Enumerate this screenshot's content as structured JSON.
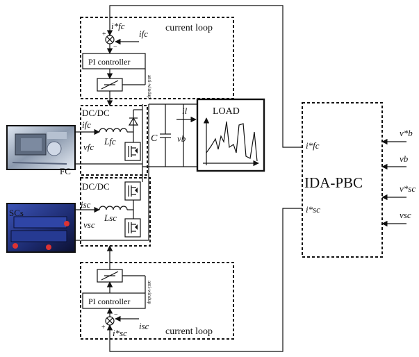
{
  "labels": {
    "current_loop_top": "current loop",
    "current_loop_bottom": "current loop",
    "pi_controller_top": "PI controller",
    "pi_controller_bottom": "PI controller",
    "anti_windup_top": "anti-windup",
    "anti_windup_bottom": "anti-windup",
    "dcdc_top": "DC/DC",
    "dcdc_bottom": "DC/DC",
    "load": "LOAD",
    "fc": "FC",
    "scs": "SCs",
    "ida_pbc": "IDA-PBC",
    "capacitor": "C"
  },
  "signals": {
    "i_fc_ref_top": "i*fc",
    "i_fc_top": "ifc",
    "i_fc_converter": "ifc",
    "v_fc": "vfc",
    "L_fc": "Lfc",
    "i_l": "il",
    "v_b": "vb",
    "i_sc_converter": "isc",
    "v_sc": "vsc",
    "L_sc": "Lsc",
    "i_sc_ref_bottom": "i*sc",
    "i_sc_bottom": "isc",
    "ida_out_ifc": "i*fc",
    "ida_out_isc": "i*sc",
    "ida_in_vb_ref": "v*b",
    "ida_in_vb": "vb",
    "ida_in_vsc_ref": "v*sc",
    "ida_in_vsc": "vsc"
  },
  "colors": {
    "line": "#111111",
    "fc_photo": "#9aa7b8",
    "sc_photo": "#2a3a8a"
  }
}
